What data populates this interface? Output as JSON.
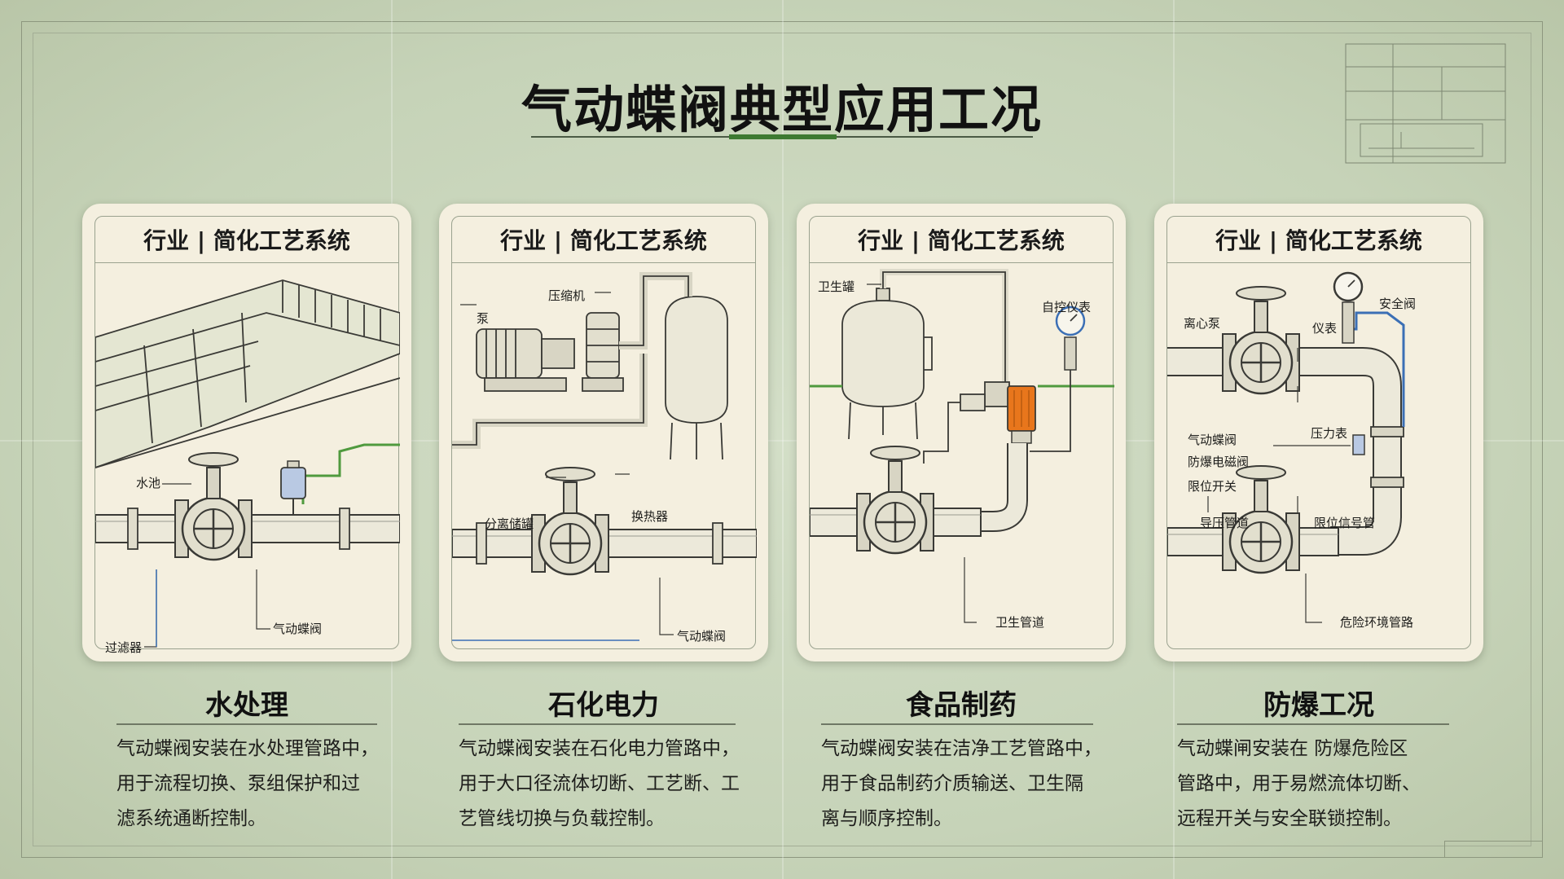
{
  "title": "气动蝶阀典型应用工况",
  "cards": [
    {
      "header": "行业 | 简化工艺系统",
      "name": "水处理",
      "desc_lines": [
        "气动蝶阀安装在水处理管路中，",
        "用于流程切换、泵组保护和过",
        "滤系统通断控制。"
      ],
      "labels": [
        "水池",
        "气动蝶阀",
        "过滤器"
      ]
    },
    {
      "header": "行业 | 简化工艺系统",
      "name": "石化电力",
      "desc_lines": [
        "气动蝶阀安装在石化电力管路中，",
        "用于大口径流体切断、工艺断、工",
        "艺管线切换与负载控制。"
      ],
      "labels": [
        "泵",
        "压缩机",
        "分离储罐",
        "换热器",
        "气动蝶阀"
      ]
    },
    {
      "header": "行业 | 简化工艺系统",
      "name": "食品制药",
      "desc_lines": [
        "气动蝶阀安装在洁净工艺管路中，",
        "用于食品制药介质输送、卫生隔",
        "离与顺序控制。"
      ],
      "labels": [
        "卫生罐",
        "自控仪表",
        "卫生管道"
      ]
    },
    {
      "header": "行业 | 简化工艺系统",
      "name": "防爆工况",
      "desc_lines": [
        "气动蝶闸安装在 防爆危险区",
        "管路中，用于易燃流体切断、",
        "远程开关与安全联锁控制。"
      ],
      "labels": [
        "离心泵",
        "安全阀",
        "仪表",
        "压力表",
        "气动蝶阀",
        "防爆电磁阀",
        "限位开关",
        "导压管道",
        "限位信号管",
        "危险环境管路"
      ]
    }
  ],
  "colors": {
    "accent_green": "#3d7a32",
    "pipe_green": "#4f9a3e",
    "pipe_blue": "#3b6fb5",
    "motor_orange": "#e8761c",
    "card_bg": "#f4efdf",
    "page_bg": "#c9d6bd"
  },
  "icons": [
    "butterfly-valve-icon",
    "pressure-gauge-icon",
    "pump-icon",
    "tank-icon",
    "solenoid-icon"
  ]
}
